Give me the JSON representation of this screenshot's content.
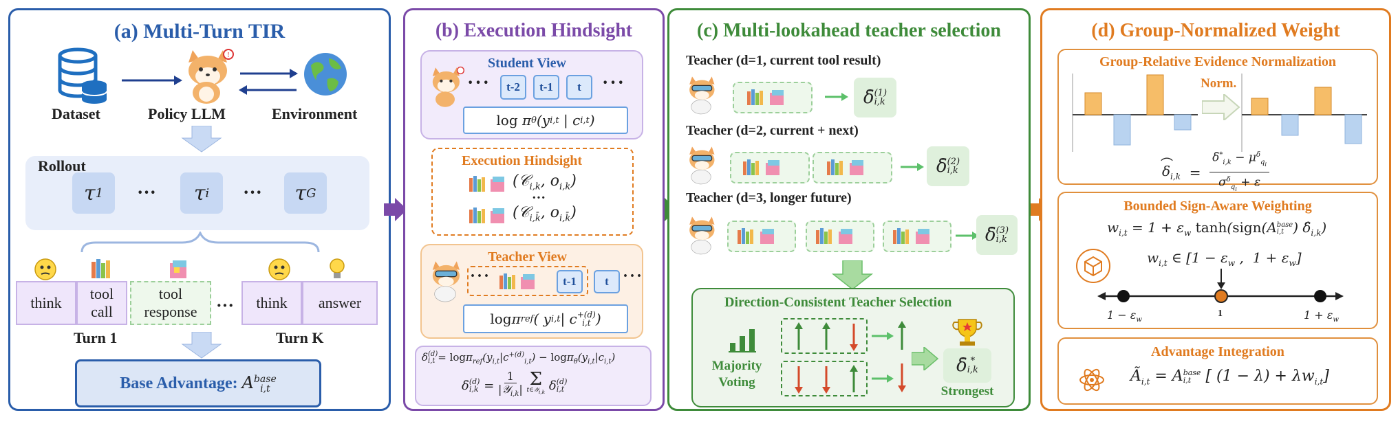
{
  "colors": {
    "blue": "#2a5daa",
    "purple": "#7b4aa8",
    "green": "#3e8b3a",
    "orange": "#e07b20"
  },
  "panel_a": {
    "title": "(a) Multi-Turn TIR",
    "dataset_label": "Dataset",
    "policy_label": "Policy LLM",
    "env_label": "Environment",
    "rollout_label": "Rollout",
    "taus": [
      "τ",
      "τ",
      "τ"
    ],
    "tau_subs": [
      "1",
      "i",
      "G"
    ],
    "ellipsis": "···",
    "turn_cells": [
      "think",
      "tool call",
      "tool response",
      "think",
      "answer"
    ],
    "turn1_label": "Turn 1",
    "turnk_label": "Turn K",
    "base_adv_label": "Base Advantage:",
    "base_adv_math": "A",
    "base_adv_sub": "i,t",
    "base_adv_sup": "base"
  },
  "panel_b": {
    "title": "(b) Execution Hindsight",
    "student_view_label": "Student View",
    "student_tokens": [
      "t-2",
      "t-1",
      "t"
    ],
    "student_formula": "log π_θ(y_{i,t} | c_{i,t})",
    "hindsight_label": "Execution Hindsight",
    "pair1": "(𝒞_{i,k}, o_{i,k})",
    "pair2": "(𝒞_{i,k̄}, o_{i,k̄})",
    "teacher_view_label": "Teacher View",
    "teacher_tokens": [
      "t-1",
      "t"
    ],
    "teacher_formula": "log π_ref( y_{i,t} | c^{+(d)}_{i,t})",
    "def1": "δ^{(d)}_{i,t} = log π_ref(y_{i,t}|c^{+(d)}_{i,t}) − log π_θ(y_{i,t}|c_{i,t})",
    "def2": "δ̄^{(d)}_{i,k} = 1/|𝒴_{i,k}| Σ_{t∈𝒴_{i,k}} δ^{(d)}_{i,t}"
  },
  "panel_c": {
    "title": "(c) Multi-lookahead teacher selection",
    "teacher1": "Teacher (d=1, current tool result)",
    "teacher2": "Teacher (d=2, current + next)",
    "teacher3": "Teacher (d=3, longer future)",
    "delta_sups": [
      "(1)",
      "(2)",
      "(3)"
    ],
    "dcts_label": "Direction-Consistent Teacher Selection",
    "majority_label": "Majority Voting",
    "strongest_label": "Strongest",
    "star_sup": "*"
  },
  "panel_d": {
    "title": "(d) Group-Normalized Weight",
    "gren_label": "Group-Relative Evidence Normalization",
    "norm_label": "Norm.",
    "gren_formula": "δ̂_{i,k} = (δ̄*_{i,k} − μ_{q_i}^δ) / (σ_{q_i}^δ + ε)",
    "bsaw_label": "Bounded Sign-Aware Weighting",
    "w_formula": "w_{i,t} = 1 + ε_w tanh( sign(A^{base}_{i,t}) δ̂_{i,k} )",
    "w_range": "w_{i,t} ∈ [1 − ε_w , 1 + ε_w]",
    "tick_left": "1 − ε_w",
    "tick_mid": "1",
    "tick_right": "1 + ε_w",
    "ai_label": "Advantage Integration",
    "ai_formula": "Ã_{i,t} = A^{base}_{i,t} [ (1 − λ) + λ w_{i,t} ]"
  }
}
